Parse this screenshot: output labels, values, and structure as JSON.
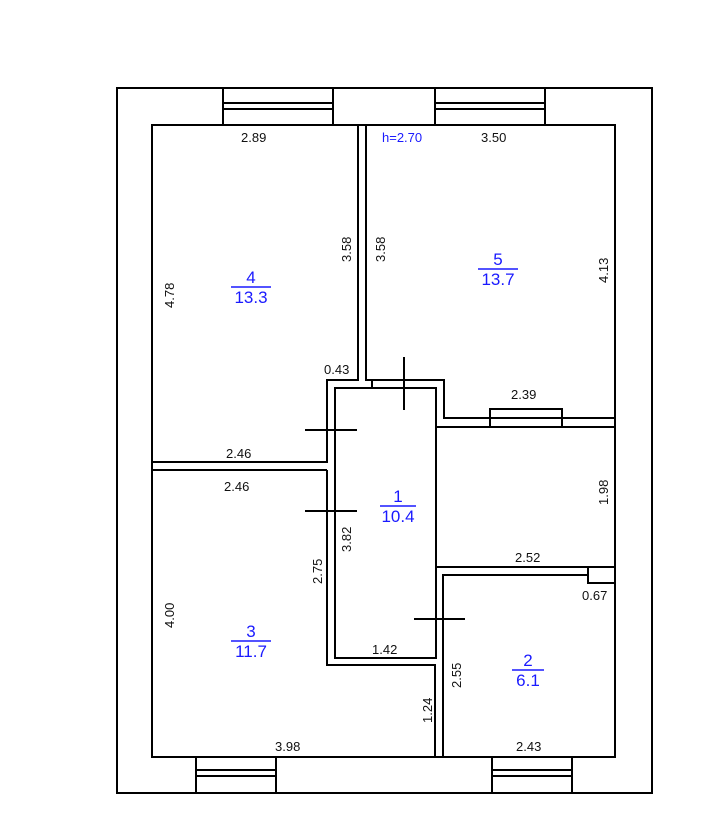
{
  "height_label": "h=2.70",
  "rooms": [
    {
      "number": "1",
      "area": "10.4"
    },
    {
      "number": "2",
      "area": "6.1"
    },
    {
      "number": "3",
      "area": "11.7"
    },
    {
      "number": "4",
      "area": "13.3"
    },
    {
      "number": "5",
      "area": "13.7"
    }
  ],
  "dimensions": {
    "r4_top": "2.89",
    "r4_left": "4.78",
    "r4_right": "3.58",
    "r4_bottom": "2.46",
    "r5_top": "3.50",
    "r5_left": "3.58",
    "r5_right": "4.13",
    "nook": "0.43",
    "hall_window": "2.39",
    "hall_right": "1.98",
    "hall_bottom": "2.52",
    "r3_top": "2.46",
    "r3_left": "4.00",
    "r3_right": "2.75",
    "r3_bottom": "3.98",
    "r1_left": "3.82",
    "r1_bottom": "1.42",
    "r2_left": "2.55",
    "r2_bottom": "2.43",
    "r2_box": "0.67",
    "passage": "1.24"
  },
  "colors": {
    "walls": "#000000",
    "labels": "#1a1aff"
  }
}
